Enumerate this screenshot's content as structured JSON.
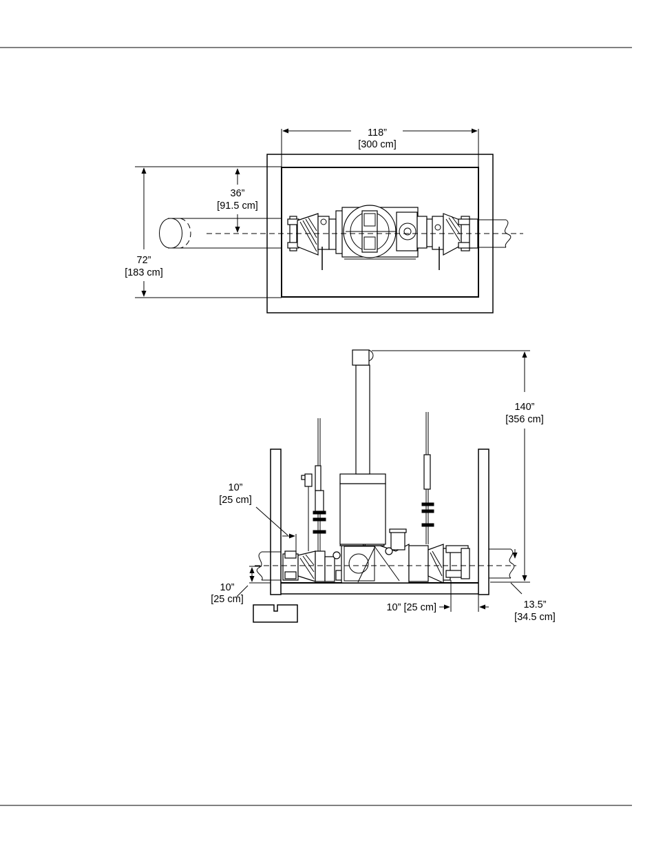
{
  "plan_view": {
    "width_label": "118”",
    "width_metric": "[300 cm]",
    "height_label": "72”",
    "height_metric": "[183 cm]",
    "centerline_label": "36”",
    "centerline_metric": "[91.5 cm]"
  },
  "elevation_view": {
    "height_label": "140”",
    "height_metric": "[356 cm]",
    "wall_label": "10”",
    "wall_metric": "[25 cm]",
    "base_label": "10”",
    "base_metric": "[25 cm]",
    "clearance_label": "10” [25 cm]",
    "pipe_label": "13.5”",
    "pipe_metric": "[34.5 cm]"
  },
  "colors": {
    "ink": "#000000",
    "paper": "#ffffff"
  }
}
